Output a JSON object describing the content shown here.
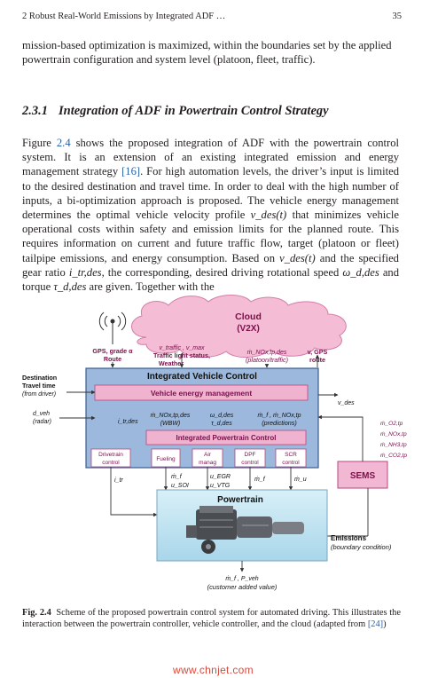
{
  "header": {
    "running_title": "2   Robust Real-World Emissions by Integrated ADF …",
    "page_number": "35"
  },
  "intro": {
    "line1": "mission-based optimization is maximized, within the boundaries set by the applied",
    "line2": "powertrain configuration and system level (platoon, fleet, traffic)."
  },
  "section": {
    "number": "2.3.1",
    "title": "Integration of ADF in Powertrain Control Strategy"
  },
  "body": {
    "t1": "Figure ",
    "fig_ref": "2.4",
    "t2": " shows the proposed integration of ADF with the powertrain control system. It is an extension of an existing integrated emission and energy management strategy ",
    "cite1": "[16]",
    "t3": ". For high automation levels, the driver’s input is limited to the desired destination and travel time. In order to deal with the high number of inputs, a bi-optimization approach is proposed. The vehicle energy management determines the optimal vehicle velocity profile ",
    "m1": "v_des(t)",
    "t4": " that minimizes vehicle operational costs within safety and emission limits for the planned route. This requires information on current and future traffic flow, target (platoon or fleet) tailpipe emissions, and energy consumption. Based on ",
    "m2": "v_des(t)",
    "t5": " and the specified gear ratio ",
    "m3": "i_tr,des",
    "t6": ", the corresponding, desired driving rotational speed ",
    "m4": "ω_d,des",
    "t7": " and torque ",
    "m5": "τ_d,des",
    "t8": " are given. Together with the"
  },
  "figure": {
    "cloud_title": "Cloud",
    "cloud_subtitle": "(V2X)",
    "gps_label": "GPS, grade α",
    "route_label": "Route",
    "traffic_vars": "v_traffic , v_max",
    "traffic_light": "Traffic light status,",
    "weather": "Weather",
    "nox_cloud": "ṁ_NOx,tp,des",
    "platoon_traffic": "(platoon/traffic)",
    "v_gps": "v, GPS",
    "route_right": "route",
    "ivc_title": "Integrated Vehicle Control",
    "vem_title": "Vehicle energy management",
    "destination": "Destination",
    "travel_time": "Travel time",
    "from_driver": "(from driver)",
    "v_des": "v_des",
    "d_veh": "d_veh",
    "radar": "(radar)",
    "itr_des": "i_tr,des",
    "nox_wbw": "ṁ_NOx,tp,des",
    "wbw": "(WBW)",
    "omega_des": "ω_d,des",
    "tau_des": "τ_d,des",
    "pred_vars": "ṁ_f , ṁ_NOx,tp",
    "predictions": "(predictions)",
    "ipc_title": "Integrated Powertrain Control",
    "drivetrain_control": [
      "Drivetrain",
      "control"
    ],
    "fueling": "Fueling",
    "air_manag": [
      "Air",
      "manag"
    ],
    "dpf_control": [
      "DPF",
      "control"
    ],
    "scr_control": [
      "SCR",
      "control"
    ],
    "sems": "SEMS",
    "sems_signals": [
      "ṁ_O2,tp",
      "ṁ_NOx,tp",
      "ṁ_NH3,tp",
      "ṁ_CO2,tp"
    ],
    "itr": "i_tr",
    "mf": "ṁ_f",
    "uso1": "u_SOI",
    "uegr": "u_EGR",
    "uvtg": "u_VTG",
    "mf2": "ṁ_f",
    "mu": "ṁ_u",
    "powertrain": "Powertrain",
    "emissions": "Emissions",
    "boundary": "(boundary condition)",
    "out_vars": "ṁ_f , P_veh",
    "customer_value": "(customer added value)"
  },
  "caption": {
    "label": "Fig. 2.4",
    "text": "Scheme of the proposed powertrain control system for automated driving. This illustrates the interaction between the powertrain controller, vehicle controller, and the cloud (adapted from ",
    "cite": "[24]",
    "end": ")"
  },
  "watermark": "www.chnjet.com",
  "colors": {
    "cloud": "#f5bcd6",
    "ivc_panel": "#9cb8dc",
    "vem_bar": "#efb3cf",
    "sems": "#f2b7d2",
    "powertrain_bg": "#c4e6f2",
    "link": "#2a62a8",
    "watermark": "#d94a3d"
  }
}
